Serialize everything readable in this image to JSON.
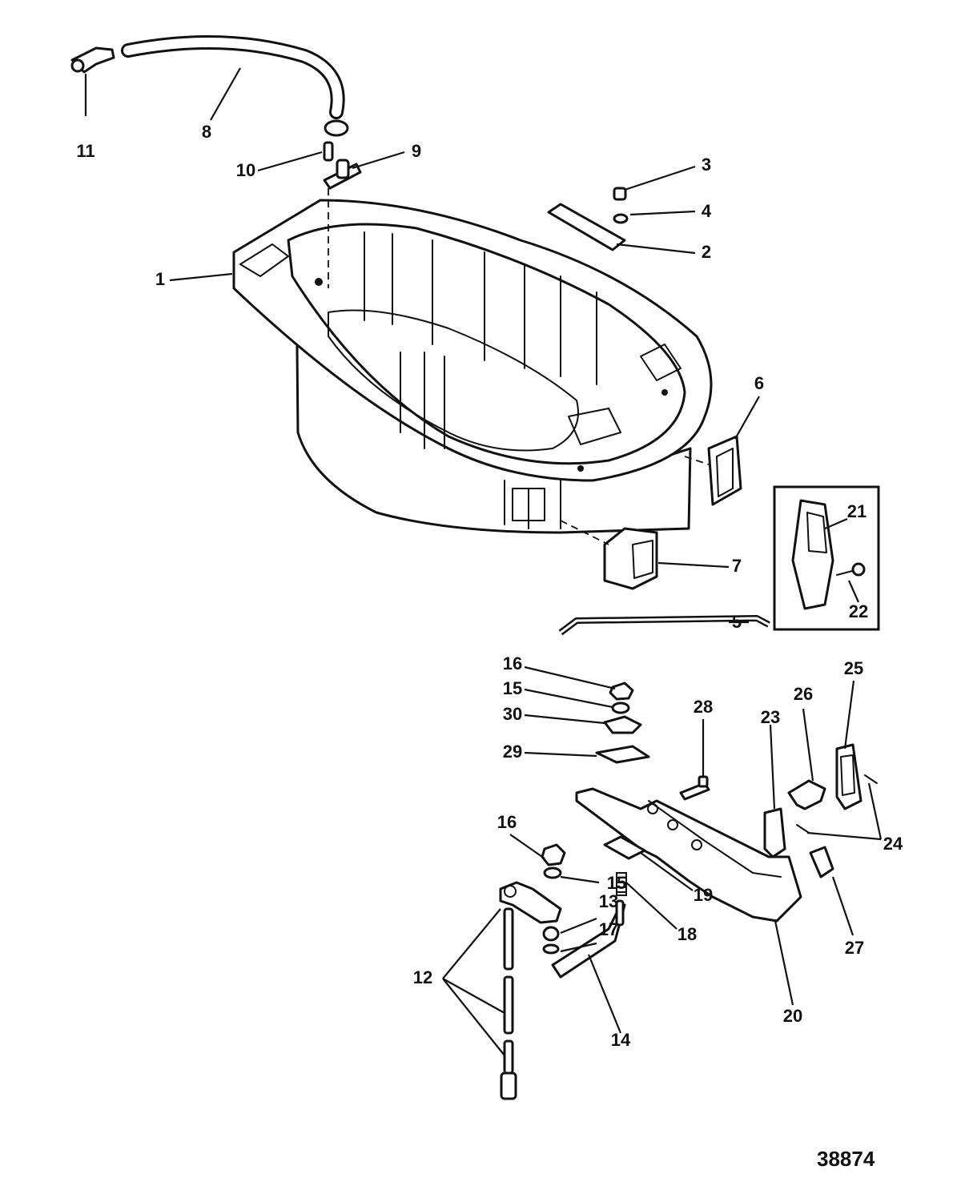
{
  "drawing_number": "38874",
  "callouts": [
    {
      "id": "c1",
      "label": "1"
    },
    {
      "id": "c2",
      "label": "2"
    },
    {
      "id": "c3",
      "label": "3"
    },
    {
      "id": "c4",
      "label": "4"
    },
    {
      "id": "c5",
      "label": "5"
    },
    {
      "id": "c6",
      "label": "6"
    },
    {
      "id": "c7",
      "label": "7"
    },
    {
      "id": "c8",
      "label": "8"
    },
    {
      "id": "c9",
      "label": "9"
    },
    {
      "id": "c10",
      "label": "10"
    },
    {
      "id": "c11",
      "label": "11"
    },
    {
      "id": "c12",
      "label": "12"
    },
    {
      "id": "c13",
      "label": "13"
    },
    {
      "id": "c14",
      "label": "14"
    },
    {
      "id": "c15a",
      "label": "15"
    },
    {
      "id": "c15b",
      "label": "15"
    },
    {
      "id": "c16a",
      "label": "16"
    },
    {
      "id": "c16b",
      "label": "16"
    },
    {
      "id": "c17",
      "label": "17"
    },
    {
      "id": "c18",
      "label": "18"
    },
    {
      "id": "c19",
      "label": "19"
    },
    {
      "id": "c20",
      "label": "20"
    },
    {
      "id": "c21",
      "label": "21"
    },
    {
      "id": "c22",
      "label": "22"
    },
    {
      "id": "c23",
      "label": "23"
    },
    {
      "id": "c24",
      "label": "24"
    },
    {
      "id": "c25",
      "label": "25"
    },
    {
      "id": "c26",
      "label": "26"
    },
    {
      "id": "c27",
      "label": "27"
    },
    {
      "id": "c28",
      "label": "28"
    },
    {
      "id": "c29",
      "label": "29"
    },
    {
      "id": "c30",
      "label": "30"
    }
  ]
}
